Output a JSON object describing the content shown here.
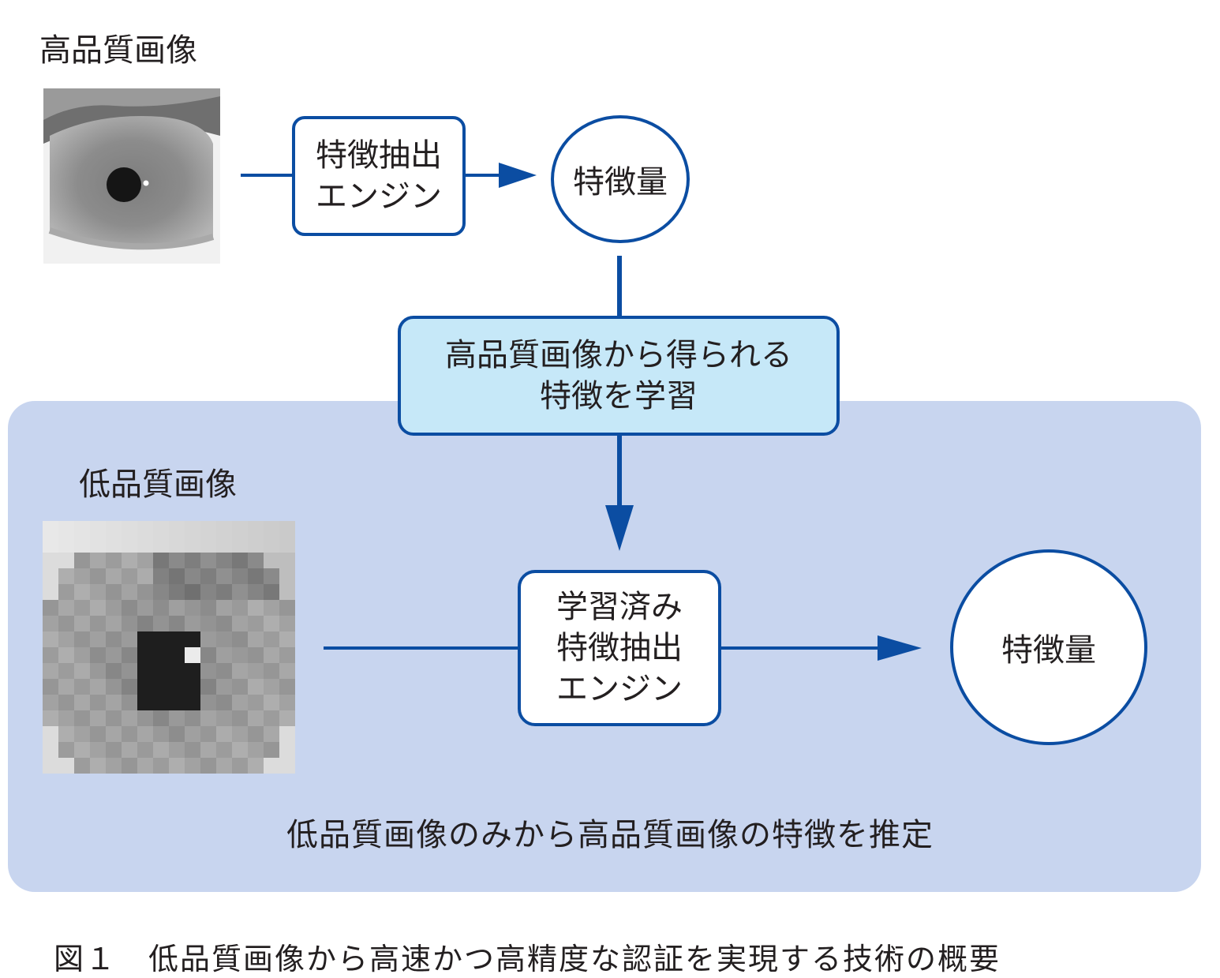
{
  "high_quality": {
    "label": "高品質画像",
    "image_icon": "eye-photo-icon",
    "engine_label": "特徴抽出\nエンジン",
    "feature_label": "特徴量"
  },
  "learning": {
    "label": "高品質画像から得られる\n特徴を学習"
  },
  "low_quality": {
    "label": "低品質画像",
    "image_icon": "pixelated-eye-icon",
    "engine_label": "学習済み\n特徴抽出\nエンジン",
    "feature_label": "特徴量",
    "note": "低品質画像のみから高品質画像の特徴を推定"
  },
  "caption": "図１　低品質画像から高速かつ高精度な認証を実現する技術の概要",
  "colors": {
    "line": "#0b4da2",
    "panel": "#c8d5ef",
    "learn_box": "#c6e8f8"
  }
}
